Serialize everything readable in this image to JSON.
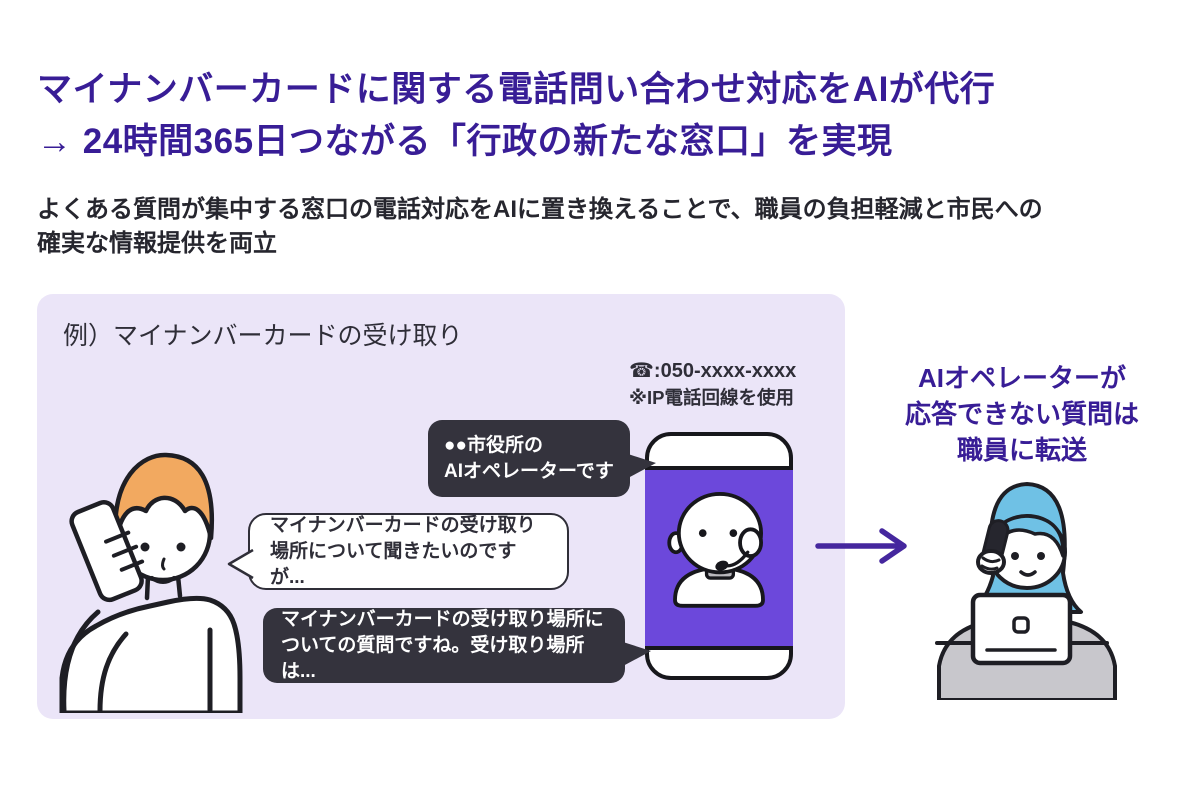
{
  "header": {
    "title": "マイナンバーカードに関する電話問い合わせ対応をAIが代行\n→ 24時間365日つながる「行政の新たな窓口」を実現",
    "subtitle": "よくある質問が集中する窓口の電話対応をAIに置き換えることで、職員の負担軽減と市民への\n確実な情報提供を両立"
  },
  "example_panel": {
    "label": "例）マイナンバーカードの受け取り",
    "phone_number": "☎:050-xxxx-xxxx",
    "phone_note": "※IP電話回線を使用",
    "bubbles": [
      {
        "text": "●●市役所の\nAIオペレーターです"
      },
      {
        "text": "マイナンバーカードの受け取り\n場所について聞きたいのですが..."
      },
      {
        "text": "マイナンバーカードの受け取り場所に\nついての質問ですね。受け取り場所は..."
      }
    ]
  },
  "transfer": {
    "note": "AIオペレーターが\n応答できない質問は\n職員に転送"
  },
  "colors": {
    "heading_purple": "#381D96",
    "panel_background": "#EBE5F8",
    "phone_screen_purple": "#6C48DB",
    "bubble_dark": "#34333D",
    "arrow_purple": "#45279E",
    "citizen_hair_orange": "#F2A960",
    "operator_hair_blue": "#6FC1E5",
    "operator_suit_gray": "#C8C7CC",
    "outline_black": "#1E1E24"
  }
}
